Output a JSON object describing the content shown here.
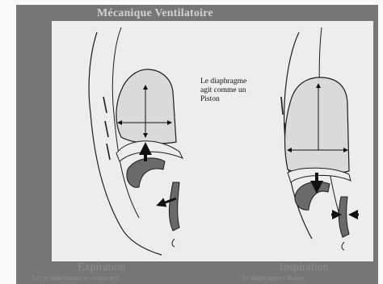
{
  "title": "Mécanique Ventilatoire",
  "note": {
    "line1": "Le diaphragme",
    "line2": "agit comme un",
    "line3": "Piston"
  },
  "labels": {
    "left": "Expiration",
    "right": "Inspiration"
  },
  "captions": {
    "left": "Les m abdominaux se contractent",
    "right": "Le diaphragme s'abaisse"
  },
  "colors": {
    "frame": "#767676",
    "panel": "#ededed",
    "lung": "#dadada",
    "organ": "#6a6a6a",
    "outline": "#1c1c1c"
  }
}
